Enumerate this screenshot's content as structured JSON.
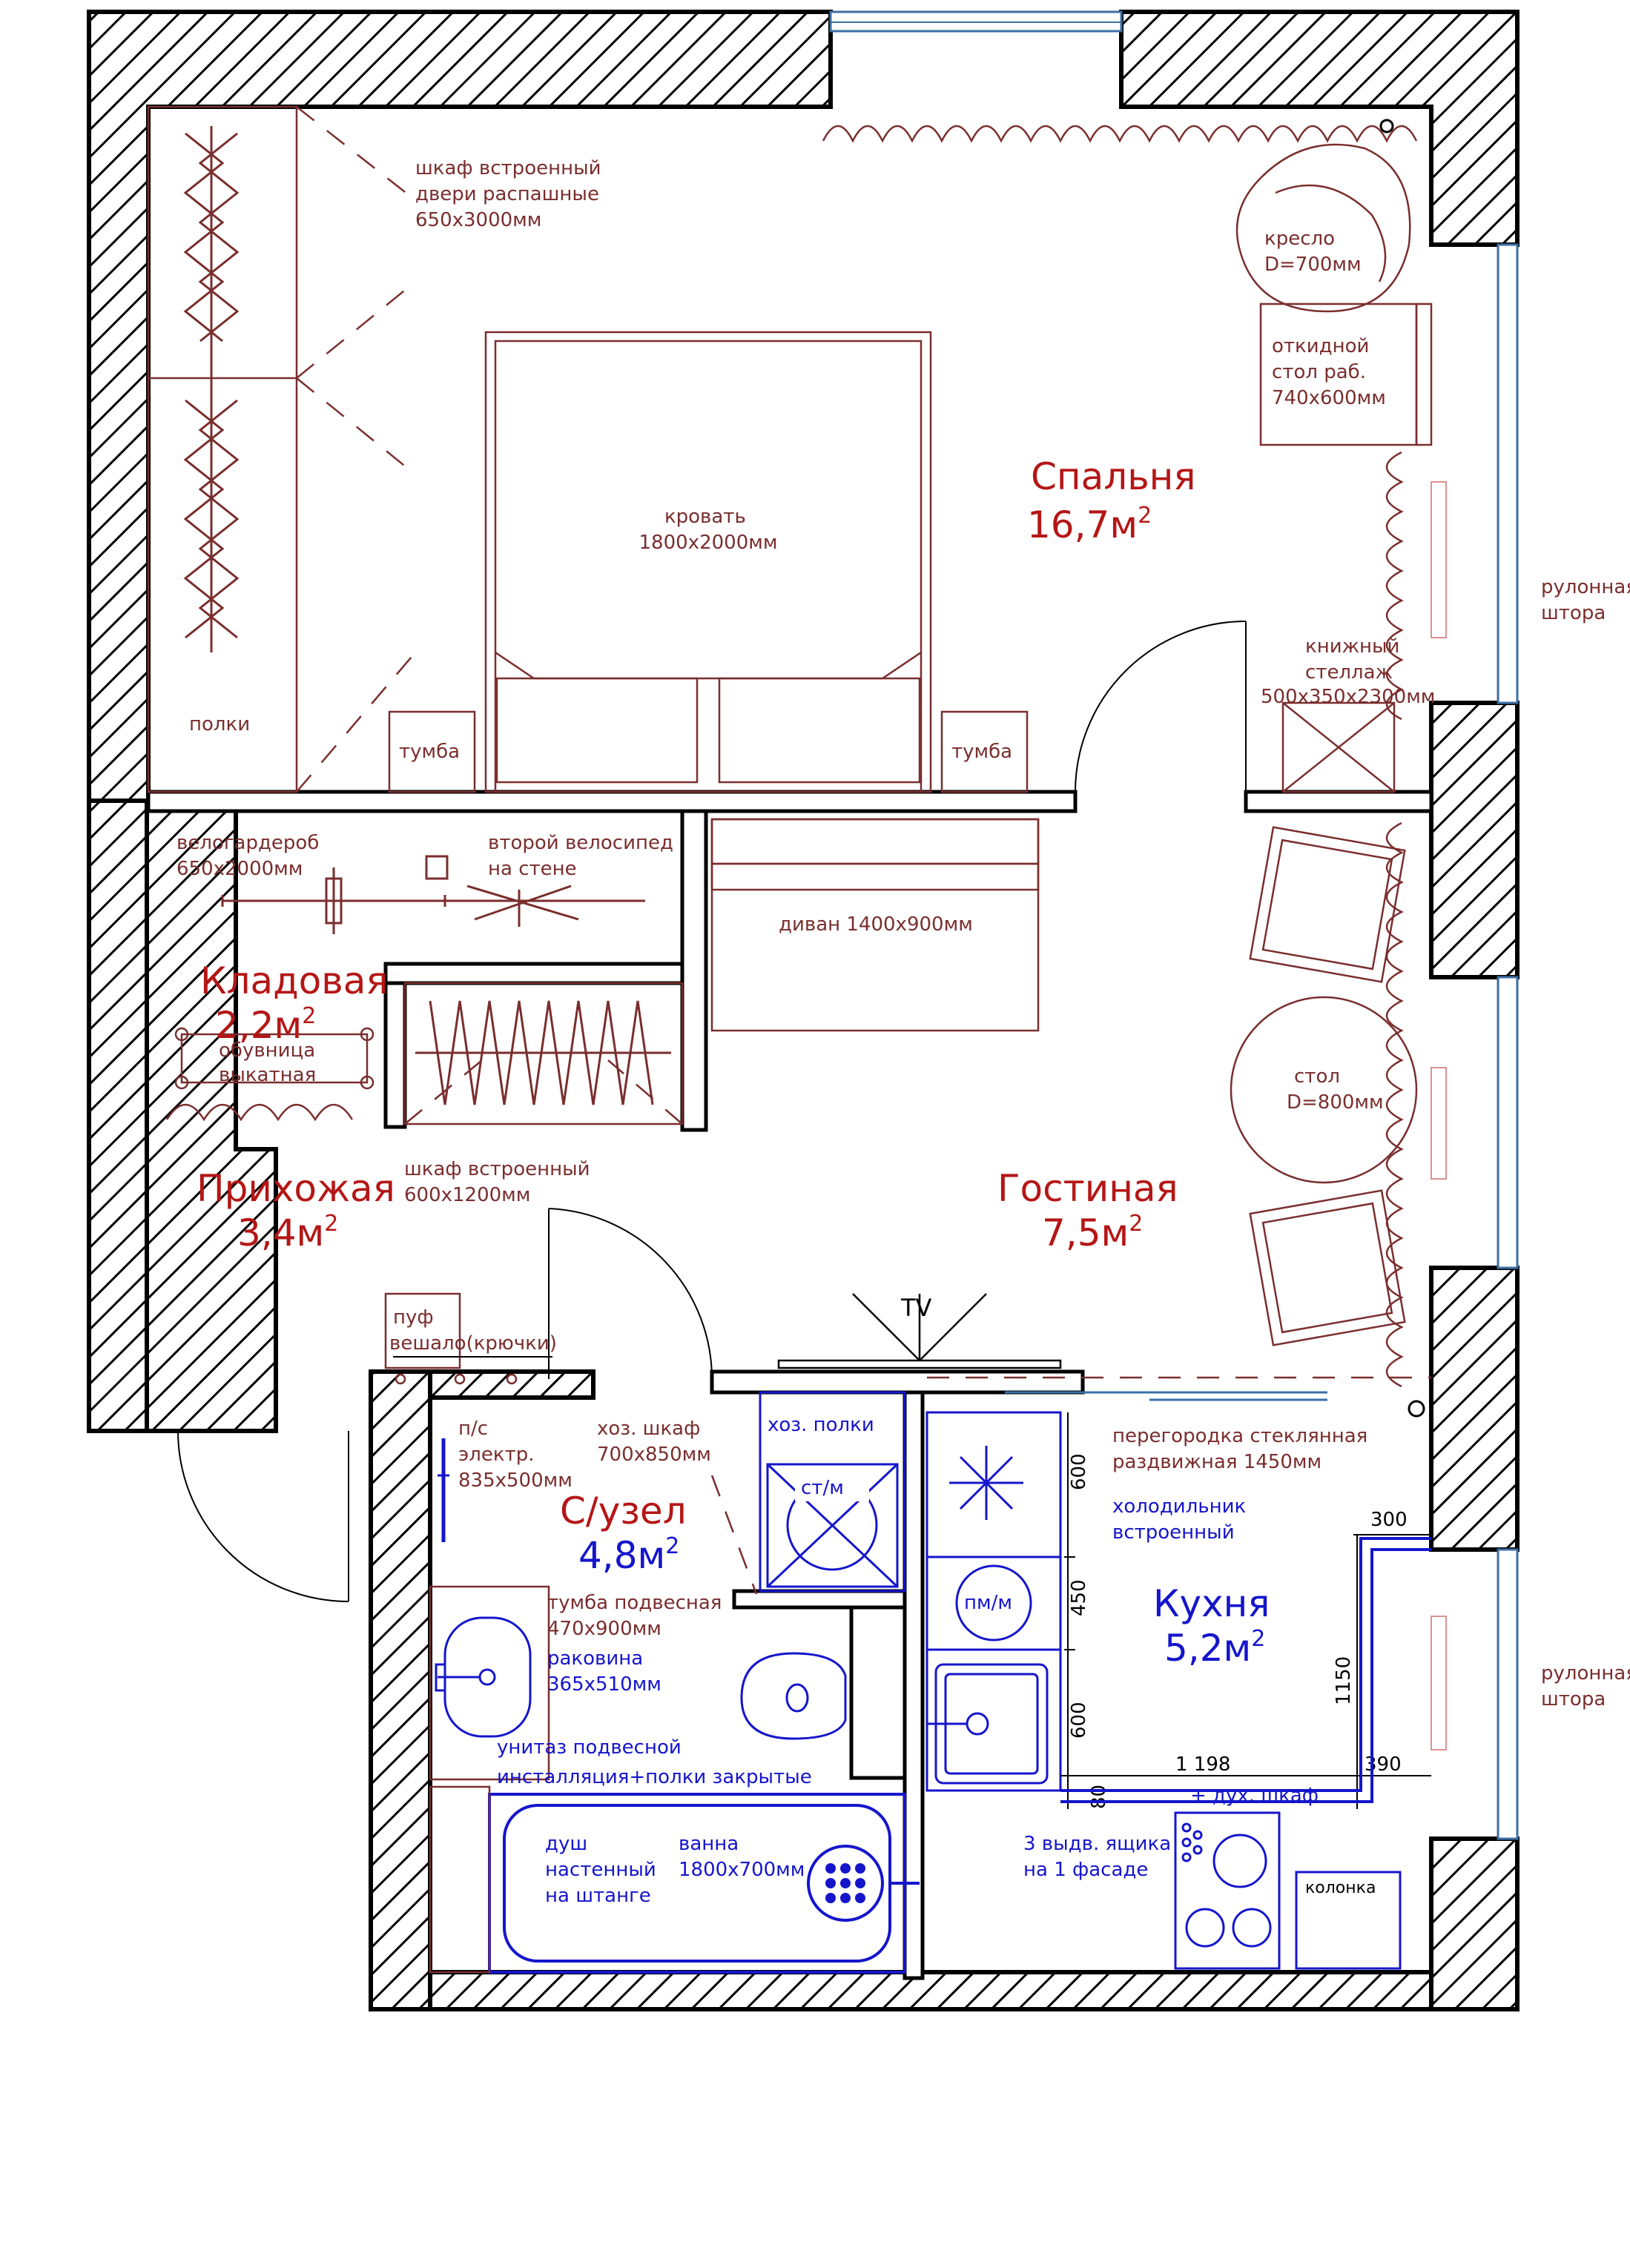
{
  "rooms": {
    "bedroom": {
      "name": "Спальня",
      "area": "16,7м",
      "sup": "2"
    },
    "storage": {
      "name": "Кладовая",
      "area": "2,2м",
      "sup": "2"
    },
    "hall": {
      "name": "Прихожая",
      "area": "3,4м",
      "sup": "2"
    },
    "living": {
      "name": "Гостиная",
      "area": "7,5м",
      "sup": "2"
    },
    "bathroom": {
      "name": "С/узел",
      "area": "4,8м",
      "sup": "2"
    },
    "kitchen": {
      "name": "Кухня",
      "area": "5,2м",
      "sup": "2"
    }
  },
  "labels": {
    "wardrobe_bedroom": [
      "шкаф встроенный",
      "двери распашные",
      "650х3000мм"
    ],
    "bed": [
      "кровать",
      "1800х2000мм"
    ],
    "armchair": [
      "кресло",
      "D=700мм"
    ],
    "folding_desk": [
      "откидной",
      "стол раб.",
      "740х600мм"
    ],
    "bookshelf": [
      "книжный",
      "стеллаж",
      "500х350х2300мм"
    ],
    "roller_blind_1": [
      "рулонная",
      "штора"
    ],
    "roller_blind_2": [
      "рулонная",
      "штора"
    ],
    "shelves": "полки",
    "nightstand_left": "тумба",
    "nightstand_right": "тумба",
    "bike_wardrobe": [
      "велогардероб",
      "650х2000мм"
    ],
    "second_bike": [
      "второй велосипед",
      "на стене"
    ],
    "sofa": "диван 1400х900мм",
    "shoe_rack": [
      "обувница",
      "выкатная"
    ],
    "wardrobe_hall": [
      "шкаф встроенный",
      "600х1200мм"
    ],
    "table": [
      "стол",
      "D=800мм"
    ],
    "pouf": [
      "пуф",
      "вешало(крючки)"
    ],
    "tv": "TV",
    "panel": [
      "п/с",
      "электр.",
      "835х500мм"
    ],
    "utility_closet": [
      "хоз. шкаф",
      "700х850мм"
    ],
    "utility_shelves": "хоз. полки",
    "washer": "ст/м",
    "cabinet": [
      "тумба подвесная",
      "470х900мм"
    ],
    "sink": [
      "раковина",
      "365х510мм"
    ],
    "toilet": [
      "унитаз подвесной",
      "инсталляция+полки закрытые"
    ],
    "shower": [
      "душ",
      "настенный",
      "на штанге"
    ],
    "bathtub": [
      "ванна",
      "1800х700мм"
    ],
    "partition": [
      "перегородка стеклянная",
      "раздвижная 1450мм"
    ],
    "fridge": [
      "холодильник",
      "встроенный"
    ],
    "dishwasher": "пм/м",
    "oven": "+ дух. шкаф",
    "drawers": [
      "3 выдв. ящика",
      "на 1 фасаде"
    ],
    "boiler": "колонка"
  },
  "dimensions": {
    "d600a": "600",
    "d450": "450",
    "d600b": "600",
    "d80": "80",
    "d300": "300",
    "d1150": "1150",
    "d1198": "1 198",
    "d390": "390"
  },
  "colors": {
    "furniture": "#7a2e2e",
    "room_title": "#b51616",
    "plumbing": "#1515cc",
    "walls": "#000000",
    "windows": "#3b6fa6"
  }
}
